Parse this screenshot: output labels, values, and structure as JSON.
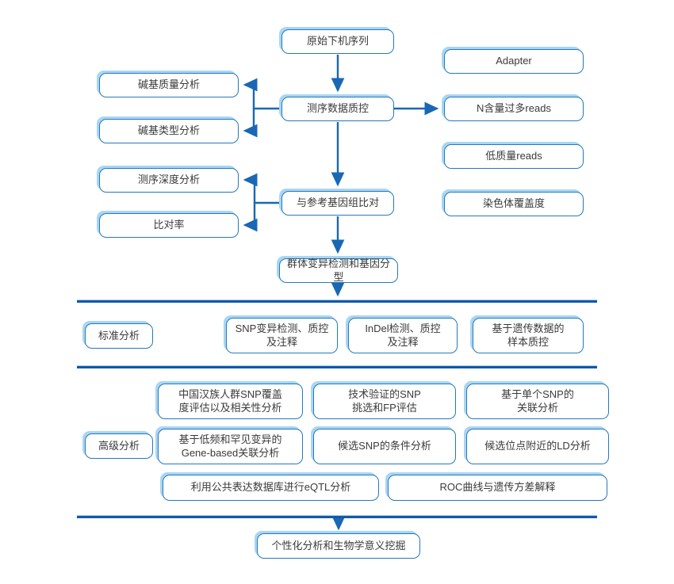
{
  "diagram": {
    "colors": {
      "box_border": "#2379bd",
      "box_shadow": "#a9d6f3",
      "arrow": "#1a67b4",
      "divider_dark": "#1258a8",
      "divider_light": "#a5d2ef",
      "text": "#3a3a3a"
    },
    "nodes": {
      "raw": {
        "label": "原始下机序列"
      },
      "qc": {
        "label": "测序数据质控"
      },
      "align": {
        "label": "与参考基因组比对"
      },
      "variant": {
        "label": "群体变异检测和基因分型"
      },
      "base_quality": {
        "label": "碱基质量分析"
      },
      "base_type": {
        "label": "碱基类型分析"
      },
      "depth": {
        "label": "测序深度分析"
      },
      "map_rate": {
        "label": "比对率"
      },
      "adapter": {
        "label": "Adapter"
      },
      "n_reads": {
        "label": "N含量过多reads"
      },
      "low_quality": {
        "label": "低质量reads"
      },
      "chr_coverage": {
        "label": "染色体覆盖度"
      },
      "standard_label": {
        "label": "标准分析"
      },
      "s1": {
        "label": "SNP变异检测、质控\n及注释"
      },
      "s2": {
        "label": "InDel检测、质控\n及注释"
      },
      "s3": {
        "label": "基于遗传数据的\n样本质控"
      },
      "advanced_label": {
        "label": "高级分析"
      },
      "a1": {
        "label": "中国汉族人群SNP覆盖\n度评估以及相关性分析"
      },
      "a2": {
        "label": "技术验证的SNP\n挑选和FP评估"
      },
      "a3": {
        "label": "基于单个SNP的\n关联分析"
      },
      "a4": {
        "label": "基于低频和罕见变异的\nGene-based关联分析"
      },
      "a5": {
        "label": "候选SNP的条件分析"
      },
      "a6": {
        "label": "候选位点附近的LD分析"
      },
      "a7": {
        "label": "利用公共表达数据库进行eQTL分析"
      },
      "a8": {
        "label": "ROC曲线与遗传方差解释"
      },
      "final": {
        "label": "个性化分析和生物学意义挖掘"
      }
    },
    "edges": [
      {
        "from": "raw",
        "to": "qc"
      },
      {
        "from": "qc",
        "to": "base_quality"
      },
      {
        "from": "qc",
        "to": "base_type"
      },
      {
        "from": "qc",
        "to": "n_reads"
      },
      {
        "from": "qc",
        "to": "align"
      },
      {
        "from": "align",
        "to": "depth"
      },
      {
        "from": "align",
        "to": "map_rate"
      },
      {
        "from": "align",
        "to": "variant"
      },
      {
        "from": "variant",
        "to": "standard-section"
      },
      {
        "from": "advanced-section",
        "to": "final"
      }
    ]
  }
}
